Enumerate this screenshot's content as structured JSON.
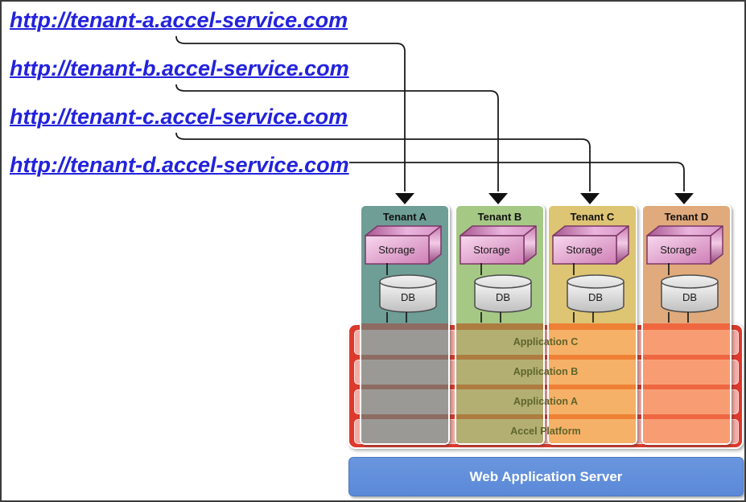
{
  "urls": [
    {
      "text": "http://tenant-a.accel-service.com"
    },
    {
      "text": "http://tenant-b.accel-service.com"
    },
    {
      "text": "http://tenant-c.accel-service.com"
    },
    {
      "text": "http://tenant-d.accel-service.com"
    }
  ],
  "link_color": "#2222dd",
  "tenants": [
    {
      "name": "Tenant A",
      "storage_label": "Storage",
      "db_label": "DB",
      "header_color": "#6e9e96",
      "band_row_color": "#9b9995",
      "band_sep_color": "#8e6c63"
    },
    {
      "name": "Tenant B",
      "storage_label": "Storage",
      "db_label": "DB",
      "header_color": "#a6c885",
      "band_row_color": "#b3af73",
      "band_sep_color": "#ad7c40"
    },
    {
      "name": "Tenant C",
      "storage_label": "Storage",
      "db_label": "DB",
      "header_color": "#ddc573",
      "band_row_color": "#f6b168",
      "band_sep_color": "#ee8135"
    },
    {
      "name": "Tenant D",
      "storage_label": "Storage",
      "db_label": "DB",
      "header_color": "#e1aa7c",
      "band_row_color": "#f89d73",
      "band_sep_color": "#ef6741"
    }
  ],
  "platform": {
    "layers": [
      "Application C",
      "Application B",
      "Application A",
      "Accel Platform"
    ],
    "container_color": "#dc3a2c",
    "row_color": "#f3aca6",
    "label_color": "#5e652a"
  },
  "server": {
    "label": "Web Application Server",
    "color": "#5b89d8",
    "color_top": "#6a96de",
    "text_color": "#ffffff"
  }
}
